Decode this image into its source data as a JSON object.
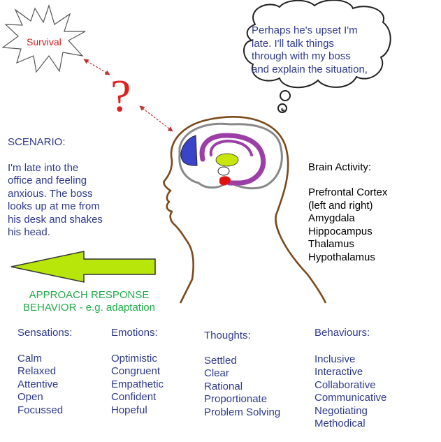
{
  "colors": {
    "text_blue": "#2e3a8c",
    "survival_red": "#d42020",
    "question_red": "#e02020",
    "arrow_red": "#c03030",
    "head_outline": "#7a4a1a",
    "prefrontal_blue": "#3a44c8",
    "limbic_purple": "#9b3fa6",
    "thalamus_green": "#c8e60a",
    "amygdala_red": "#e01010",
    "response_arrow_green": "#b9e60a",
    "response_text_green": "#22a84a"
  },
  "icons": {
    "burst": "starburst-icon",
    "question": "question-mark-icon",
    "cloud": "thought-cloud-icon",
    "head": "head-profile-icon",
    "arrow": "left-arrow-icon"
  },
  "survival": {
    "label": "Survival"
  },
  "question_mark": "?",
  "thought": {
    "lines": [
      "Perhaps he's upset I'm",
      "late. I'll talk things",
      "through with my boss",
      "and explain the situation,"
    ]
  },
  "scenario": {
    "title": "SCENARIO:",
    "lines": [
      "I'm late into the",
      "office and feeling",
      "anxious. The boss",
      "looks up at me from",
      "his desk and shakes",
      "his head."
    ]
  },
  "brain_activity": {
    "title": "Brain Activity:",
    "items": [
      "Prefrontal Cortex",
      "(left and right)",
      "Amygdala",
      "Hippocampus",
      "Thalamus",
      "Hypothalamus"
    ]
  },
  "response": {
    "lines": [
      "APPROACH RESPONSE",
      "BEHAVIOR - e.g. adaptation"
    ]
  },
  "columns": {
    "sensations": {
      "title": "Sensations:",
      "items": [
        "Calm",
        "Relaxed",
        "Attentive",
        "Open",
        "Focussed"
      ]
    },
    "emotions": {
      "title": "Emotions:",
      "items": [
        "Optimistic",
        "Congruent",
        "Empathetic",
        "Confident",
        "Hopeful"
      ]
    },
    "thoughts": {
      "title": "Thoughts:",
      "items": [
        "Settled",
        "Clear",
        "Rational",
        "Proportionate",
        "Problem Solving"
      ]
    },
    "behaviours": {
      "title": "Behaviours:",
      "items": [
        "Inclusive",
        "Interactive",
        "Collaborative",
        "Communicative",
        "Negotiating",
        "Methodical"
      ]
    }
  }
}
